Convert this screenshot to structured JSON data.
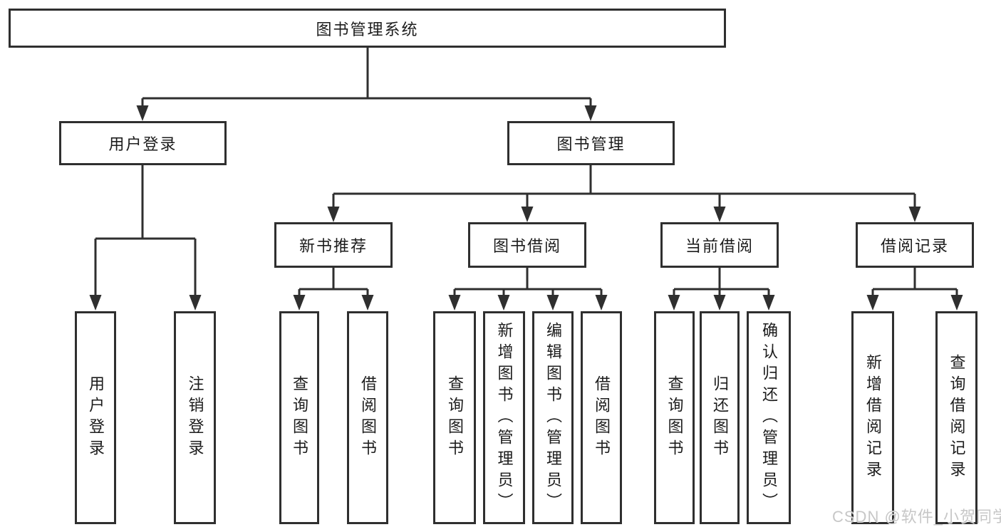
{
  "tree": {
    "label": "图书管理系统",
    "children": [
      {
        "label": "用户登录",
        "children": [
          {
            "label": "用户登录"
          },
          {
            "label": "注销登录"
          }
        ]
      },
      {
        "label": "图书管理",
        "children": [
          {
            "label": "新书推荐",
            "children": [
              {
                "label": "查询图书"
              },
              {
                "label": "借阅图书"
              }
            ]
          },
          {
            "label": "图书借阅",
            "children": [
              {
                "label": "查询图书"
              },
              {
                "label": "新增图书（管理员）"
              },
              {
                "label": "编辑图书（管理员）"
              },
              {
                "label": "借阅图书"
              }
            ]
          },
          {
            "label": "当前借阅",
            "children": [
              {
                "label": "查询图书"
              },
              {
                "label": "归还图书"
              },
              {
                "label": "确认归还（管理员）"
              }
            ]
          },
          {
            "label": "借阅记录",
            "children": [
              {
                "label": "新增借阅记录"
              },
              {
                "label": "查询借阅记录"
              }
            ]
          }
        ]
      }
    ]
  },
  "watermark": {
    "text": "CSDN @软件_小贺同学",
    "color": "#c7c7c7"
  },
  "colors": {
    "line": "#2f2f2f",
    "box_border": "#2f2f2f",
    "text": "#1c1c1c",
    "background": "#ffffff"
  }
}
